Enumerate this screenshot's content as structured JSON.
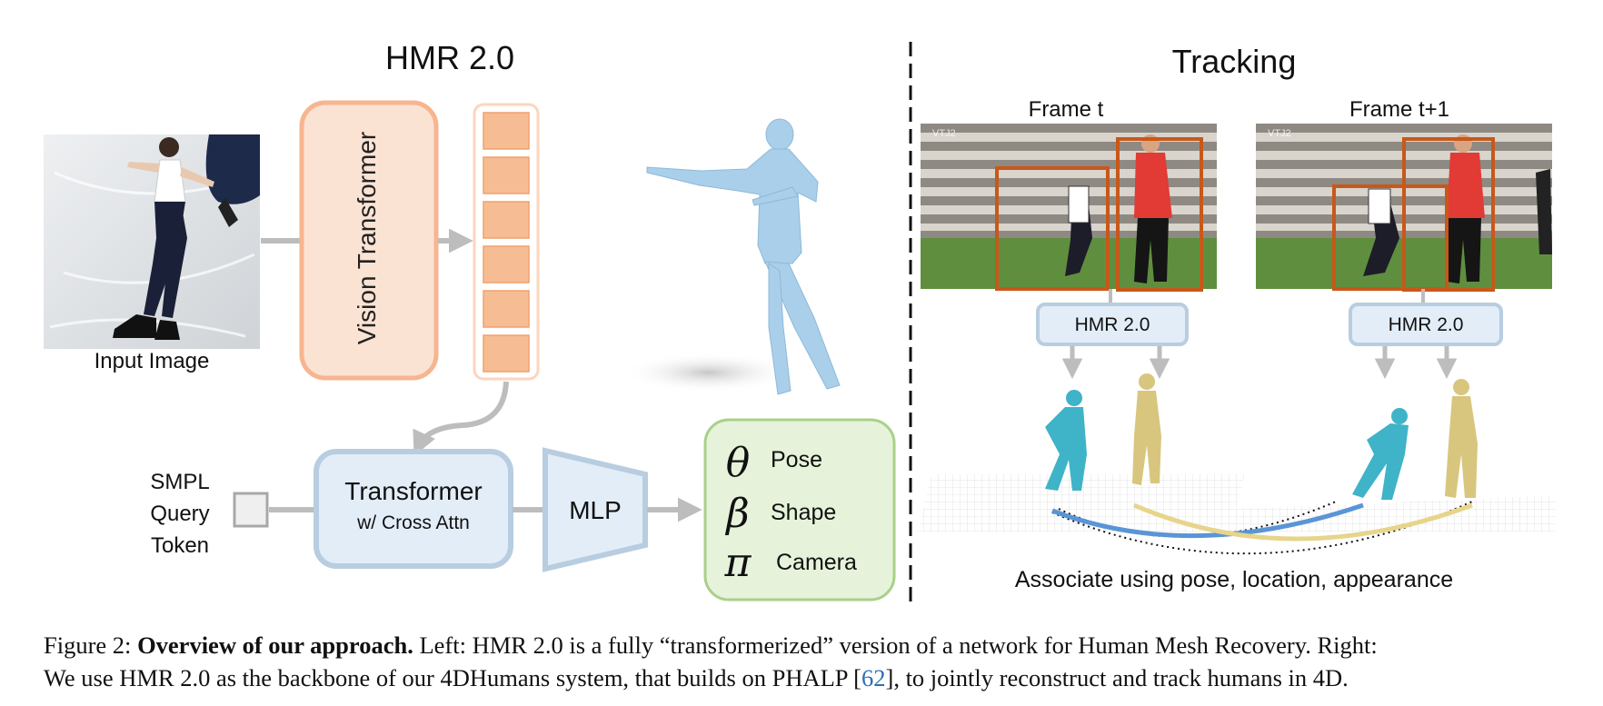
{
  "left": {
    "title": "HMR 2.0",
    "input_label": "Input Image",
    "vit_label": "Vision Transformer",
    "query_label_lines": [
      "SMPL",
      "Query",
      "Token"
    ],
    "transformer_label": "Transformer",
    "transformer_sub": "w/ Cross Attn",
    "mlp_label": "MLP",
    "outputs": [
      {
        "symbol": "θ",
        "label": "Pose"
      },
      {
        "symbol": "β",
        "label": "Shape"
      },
      {
        "symbol": "π",
        "label": "Camera"
      }
    ],
    "token_count": 6
  },
  "right": {
    "title": "Tracking",
    "frames": [
      {
        "label": "Frame t",
        "hmr_label": "HMR 2.0"
      },
      {
        "label": "Frame t+1",
        "hmr_label": "HMR 2.0"
      }
    ],
    "associate_label": "Associate using pose, location, appearance",
    "watermark": "VTJ2"
  },
  "caption": {
    "prefix": "Figure 2: ",
    "bold": "Overview of our approach.",
    "text1": " Left: HMR 2.0 is a fully “transformerized” version of a network for Human Mesh Recovery. Right:",
    "text2": "We use HMR 2.0 as the backbone of our 4DHumans system, that builds on PHALP [",
    "cite": "62",
    "text3": "], to jointly reconstruct and track humans in 4D."
  },
  "colors": {
    "vit_fill": "#fbe3d4",
    "vit_stroke": "#f7b58f",
    "token_fill": "#f6bd95",
    "blue_fill": "#e3edf8",
    "blue_stroke": "#b8cde0",
    "green_fill": "#e6f3da",
    "green_stroke": "#a9d08a",
    "arrow": "#bdbdbd",
    "box_orange": "#c8581a",
    "mesh_blue": "#a9cfea",
    "mesh_teal": "#3fb3c8",
    "mesh_yellow": "#d8c67e"
  }
}
